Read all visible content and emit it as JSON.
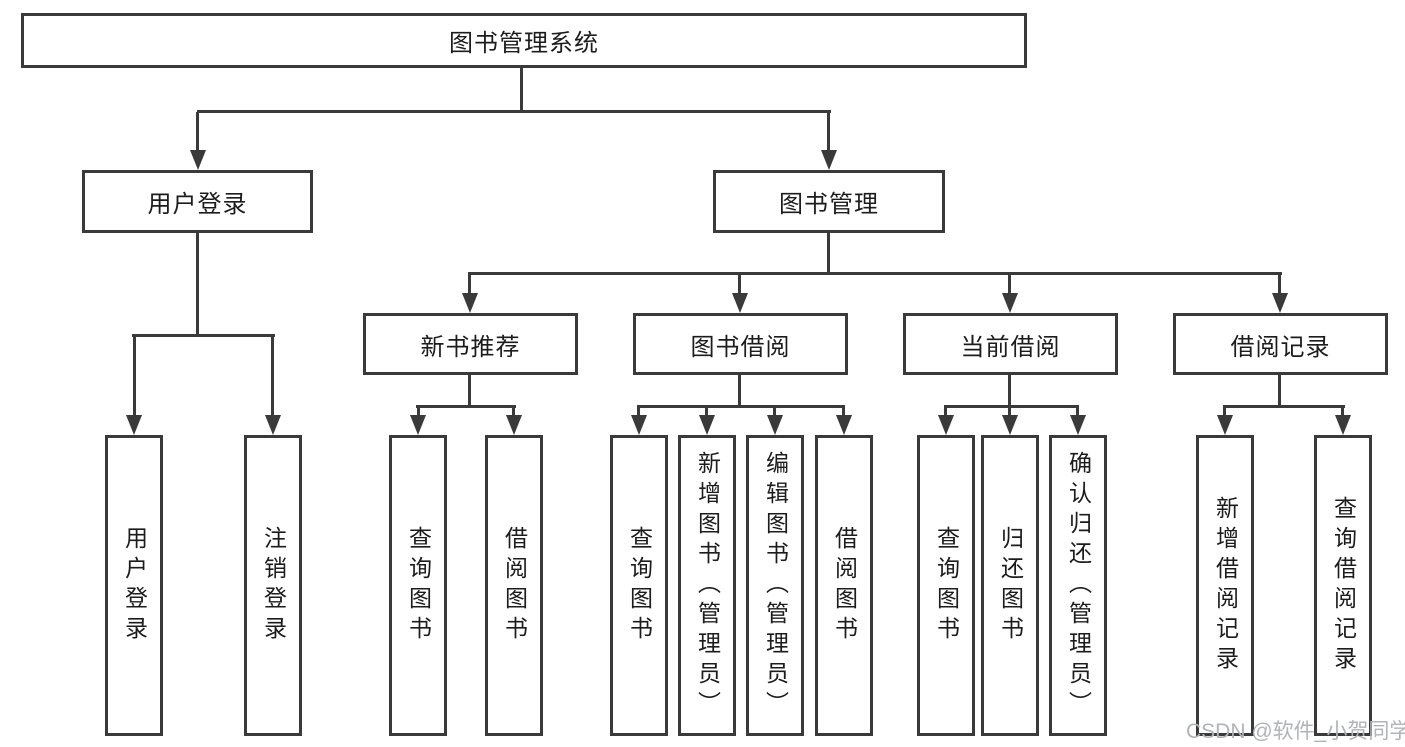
{
  "diagram": {
    "root": {
      "label": "图书管理系统"
    },
    "level2": [
      {
        "label": "用户登录",
        "children": [
          {
            "label": "用户登录"
          },
          {
            "label": "注销登录"
          }
        ]
      },
      {
        "label": "图书管理",
        "children": [
          {
            "label": "新书推荐",
            "children": [
              {
                "label": "查询图书"
              },
              {
                "label": "借阅图书"
              }
            ]
          },
          {
            "label": "图书借阅",
            "children": [
              {
                "label": "查询图书"
              },
              {
                "label": "新增图书（管理员）"
              },
              {
                "label": "编辑图书（管理员）"
              },
              {
                "label": "借阅图书"
              }
            ]
          },
          {
            "label": "当前借阅",
            "children": [
              {
                "label": "查询图书"
              },
              {
                "label": "归还图书"
              },
              {
                "label": "确认归还（管理员）"
              }
            ]
          },
          {
            "label": "借阅记录",
            "children": [
              {
                "label": "新增借阅记录"
              },
              {
                "label": "查询借阅记录"
              }
            ]
          }
        ]
      }
    ]
  },
  "watermark": {
    "text": "CSDN @软件_小贺同学"
  },
  "colors": {
    "line": "#3a3a3a",
    "text": "#1c1c1c",
    "watermark": "#b1b4b7",
    "background": "#ffffff"
  }
}
